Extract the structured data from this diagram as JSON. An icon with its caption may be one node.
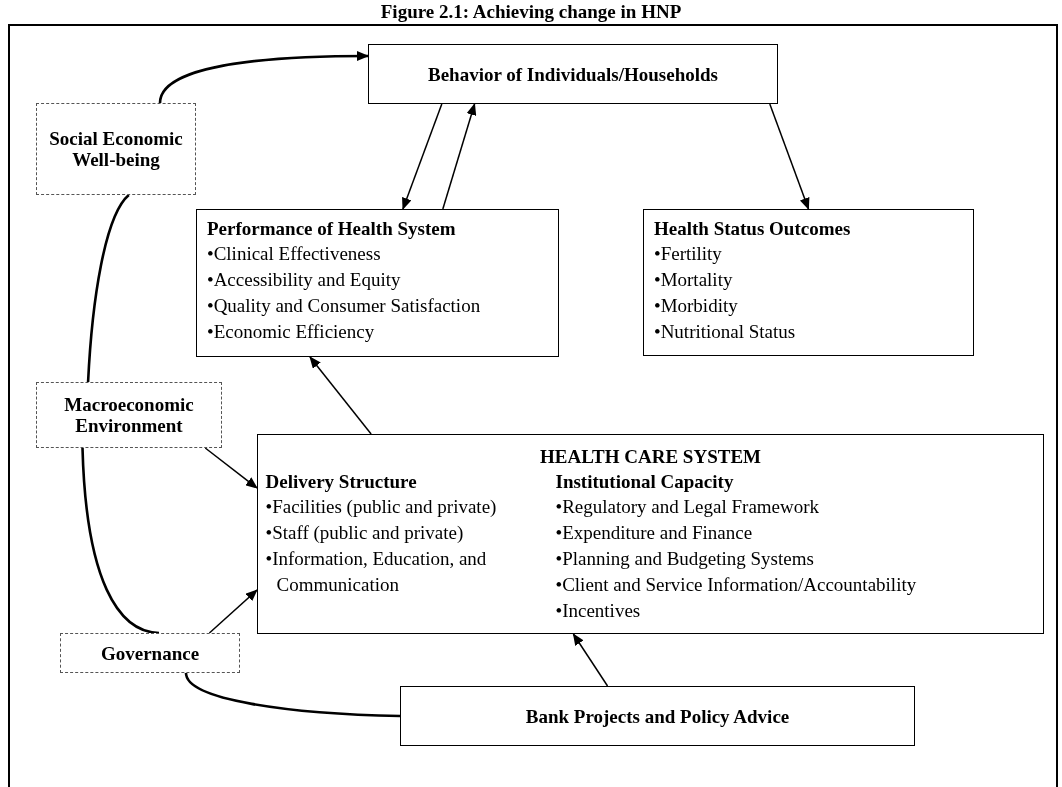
{
  "diagram": {
    "title": "Figure 2.1: Achieving change in HNP",
    "nodes": [
      {
        "text": [
          "Behavior of Individuals/Households"
        ]
      },
      {
        "text": [
          "Social Economic Well-being"
        ]
      },
      {
        "text": [
          "Performance of Health System",
          "•Clinical Effectiveness",
          "•Accessibility and Equity",
          "•Quality and Consumer Satisfaction",
          "•Economic Efficiency"
        ]
      },
      {
        "text": [
          "Health Status Outcomes",
          "•Fertility",
          "•Mortality",
          "•Morbidity",
          "•Nutritional Status"
        ]
      },
      {
        "text": [
          "Macroeconomic Environment"
        ]
      },
      {
        "text": [
          "HEALTH CARE SYSTEM",
          "Delivery Structure",
          "•Facilities (public and private)",
          "•Staff (public and private)",
          "•Information, Education, and Communication",
          "Institutional Capacity",
          "•Regulatory and Legal Framework",
          "•Expenditure and Finance",
          "•Planning and Budgeting Systems",
          "•Client and Service Information/Accountability",
          "•Incentives"
        ]
      },
      {
        "text": [
          "Governance"
        ]
      },
      {
        "text": [
          "Bank Projects and Policy Advice"
        ]
      }
    ],
    "edges": [
      {
        "from": 1,
        "to": 0,
        "arrow": "to"
      },
      {
        "from": 0,
        "to": 2,
        "arrow": "to"
      },
      {
        "from": 2,
        "to": 0,
        "arrow": "to"
      },
      {
        "from": 0,
        "to": 3,
        "arrow": "to"
      },
      {
        "from": 5,
        "to": 2,
        "arrow": "to"
      },
      {
        "from": 4,
        "to": 5,
        "arrow": "to"
      },
      {
        "from": 6,
        "to": 5,
        "arrow": "to"
      },
      {
        "from": 7,
        "to": 5,
        "arrow": "to"
      },
      {
        "from": 4,
        "to": 1,
        "arrow": "none"
      },
      {
        "from": 6,
        "to": 4,
        "arrow": "none"
      },
      {
        "from": 7,
        "to": 6,
        "arrow": "none"
      }
    ]
  }
}
